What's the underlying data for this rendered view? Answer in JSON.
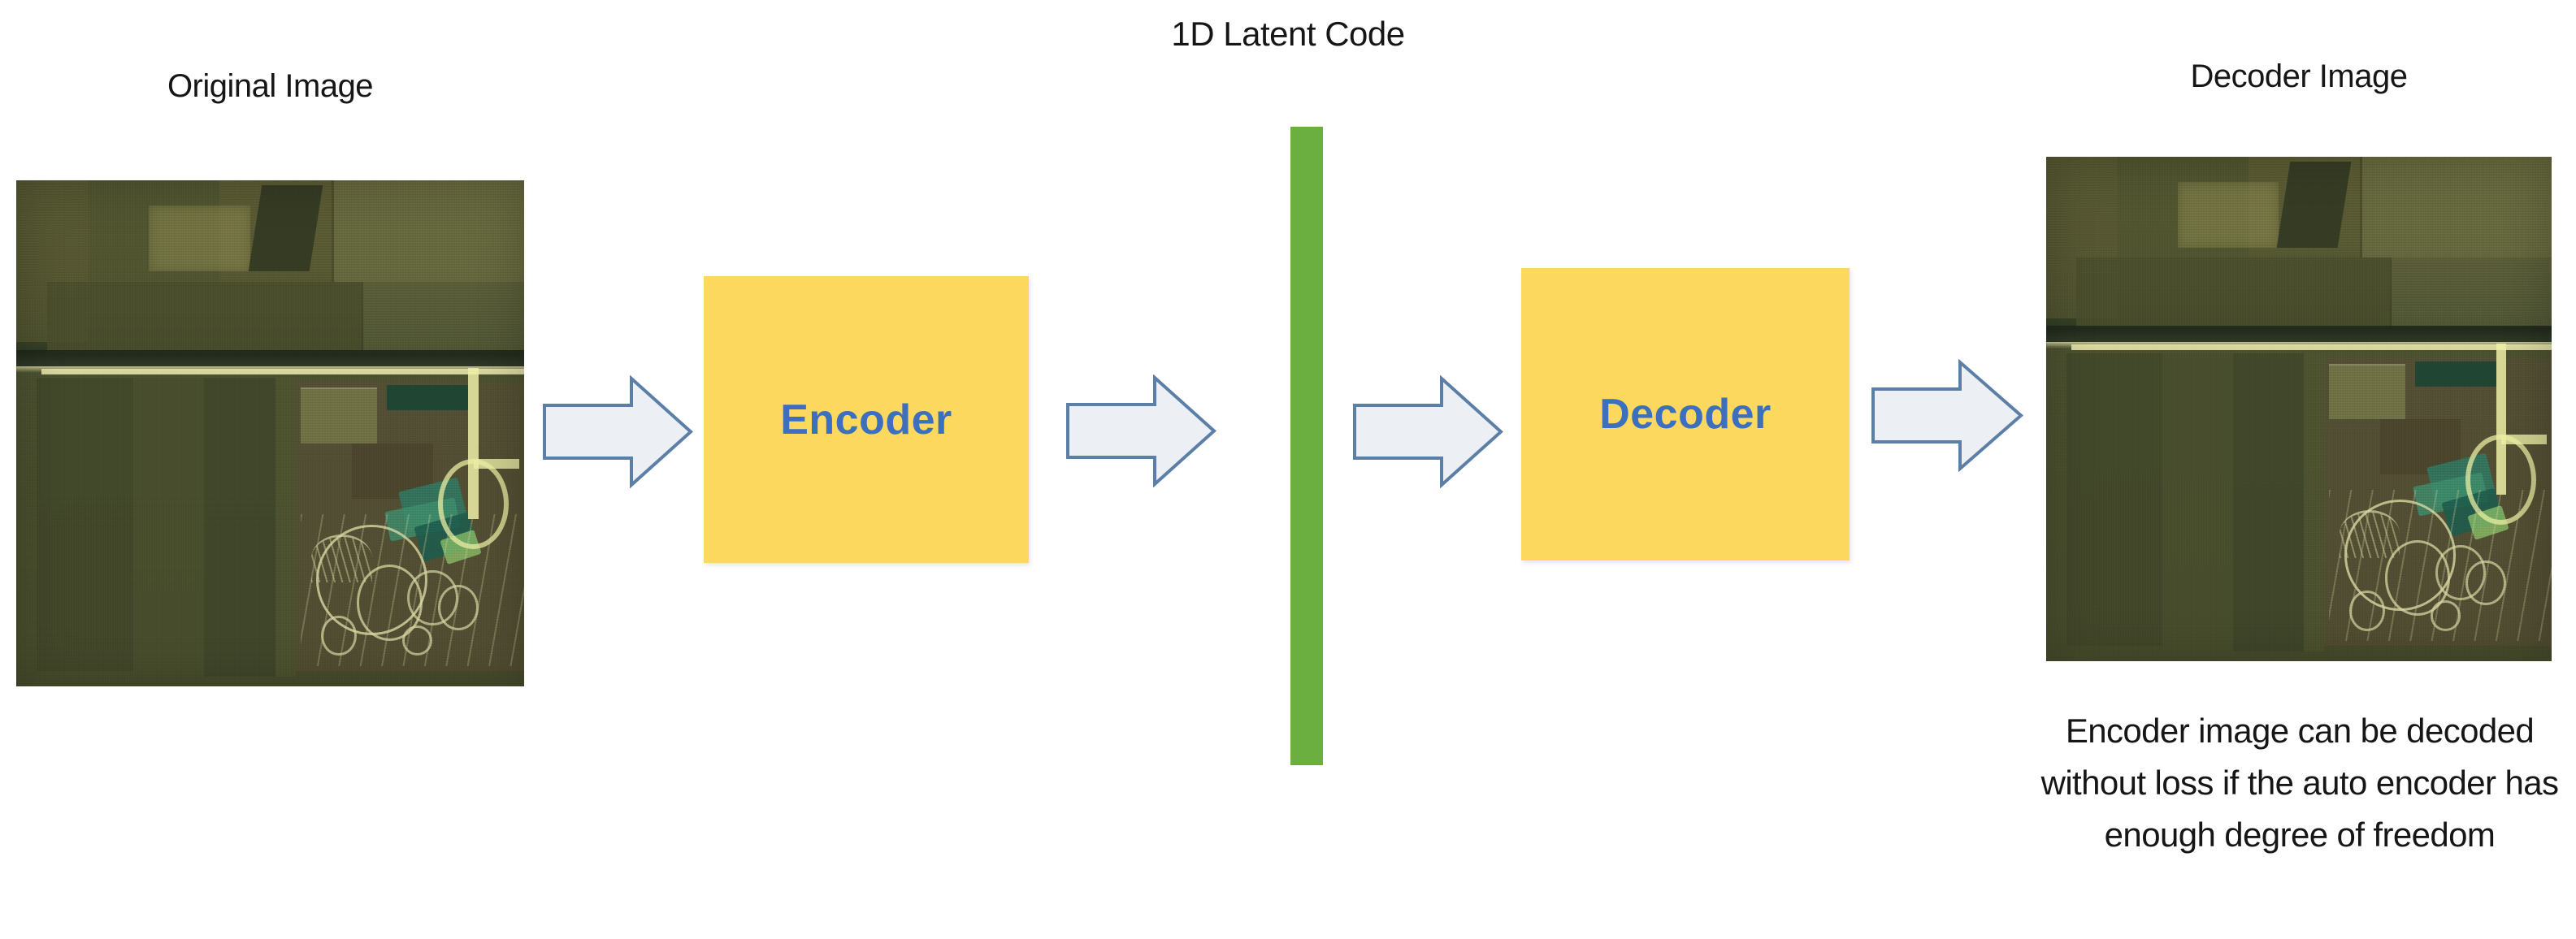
{
  "diagram": {
    "title": "1D Latent Code",
    "colors": {
      "process_box_fill": "#fcd85e",
      "process_box_text": "#3c6fbe",
      "latent_bar": "#6aaf3f",
      "arrow_fill": "#eceff3",
      "arrow_stroke": "#5b7fa6",
      "background": "#ffffff",
      "text": "#161616"
    },
    "labels": {
      "original_image": "Original Image",
      "decoder_image": "Decoder Image"
    },
    "blocks": {
      "encoder": "Encoder",
      "decoder": "Decoder"
    },
    "caption": "Encoder image can be decoded without loss if the auto encoder has enough degree of freedom",
    "arrows": [
      {
        "name": "arrow-image-to-encoder",
        "direction": "right"
      },
      {
        "name": "arrow-encoder-to-latent",
        "direction": "right"
      },
      {
        "name": "arrow-latent-to-decoder",
        "direction": "right"
      },
      {
        "name": "arrow-decoder-to-image",
        "direction": "right"
      }
    ],
    "images": {
      "original": "aerial-satellite-farmland-original",
      "decoded": "aerial-satellite-farmland-reconstructed"
    }
  }
}
